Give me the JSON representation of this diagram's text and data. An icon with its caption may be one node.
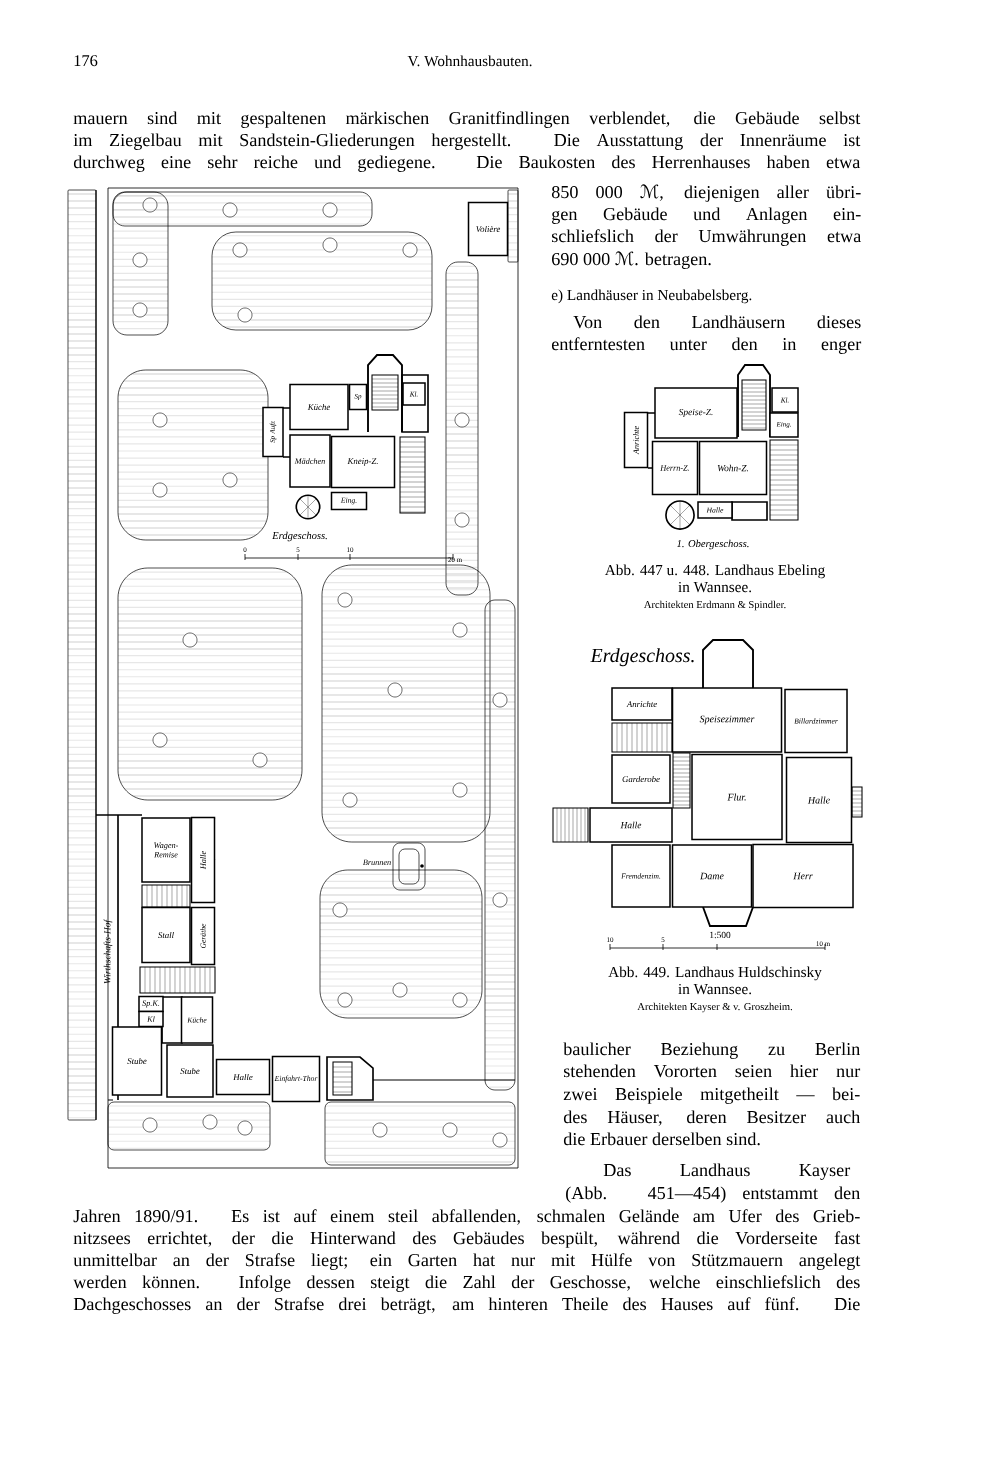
{
  "diagram": {
    "title": "V. Wohnhausbauten.",
    "nodes": [
      {
        "text": [
          "Volière"
        ]
      },
      {
        "text": [
          "Küche"
        ]
      },
      {
        "text": [
          "Sp"
        ]
      },
      {
        "text": [
          "Kl."
        ]
      },
      {
        "text": [
          "Sp Aufz"
        ]
      },
      {
        "text": [
          "Mädchen"
        ]
      },
      {
        "text": [
          "Kneip-Z."
        ]
      },
      {
        "text": [
          "Eing."
        ]
      },
      {
        "text": [
          "Speise-Z."
        ]
      },
      {
        "text": [
          "Anrichte"
        ]
      },
      {
        "text": [
          "Kl."
        ]
      },
      {
        "text": [
          "Eing."
        ]
      },
      {
        "text": [
          "Herrn-Z."
        ]
      },
      {
        "text": [
          "Wohn-Z."
        ]
      },
      {
        "text": [
          "Halle"
        ]
      },
      {
        "text": [
          "Anrichte"
        ]
      },
      {
        "text": [
          "Speisezimmer"
        ]
      },
      {
        "text": [
          "Billardzimmer"
        ]
      },
      {
        "text": [
          "Garderobe"
        ]
      },
      {
        "text": [
          "Flur."
        ]
      },
      {
        "text": [
          "Halle"
        ]
      },
      {
        "text": [
          "Halle"
        ]
      },
      {
        "text": [
          "Fremdenzim."
        ]
      },
      {
        "text": [
          "Dame"
        ]
      },
      {
        "text": [
          "Herr"
        ]
      },
      {
        "text": [
          "Wagen-Remise"
        ]
      },
      {
        "text": [
          "Halle"
        ]
      },
      {
        "text": [
          "Stall"
        ]
      },
      {
        "text": [
          "Geräthe"
        ]
      },
      {
        "text": [
          "Sp.K."
        ]
      },
      {
        "text": [
          "Kl"
        ]
      },
      {
        "text": [
          "Küche"
        ]
      },
      {
        "text": [
          "Stube"
        ]
      },
      {
        "text": [
          "Stube"
        ]
      },
      {
        "text": [
          "Halle"
        ]
      },
      {
        "text": [
          "Einfahrt-Thor"
        ]
      }
    ],
    "labels": [
      "176",
      "mauern sind mit gespaltenen märkischen Granitfindlingen verblendet, die Gebäude selbst",
      "im Ziegelbau mit Sandstein-Gliederungen hergestellt. Die Ausstattung der Innenräume ist",
      "durchweg eine sehr reiche und gediegene. Die Baukosten des Herrenhauses haben etwa",
      "850 000 ℳ, diejenigen aller übri-",
      "gen Gebäude und Anlagen ein-",
      "schliefslich der Umwährungen etwa",
      "690 000 ℳ. betragen.",
      "e) Landhäuser in Neubabelsberg.",
      "Von den Landhäusern dieses",
      "entferntesten unter den in enger",
      "1. Obergeschoss.",
      "Abb. 447 u. 448. Landhaus Ebeling",
      "in Wannsee.",
      "Architekten Erdmann & Spindler.",
      "Erdgeschoss.",
      "10",
      "5",
      "1:500",
      "10 m",
      "Abb. 449. Landhaus Huldschinsky",
      "in Wannsee.",
      "Architekten Kayser & v. Groszheim.",
      "Erdgeschoss.",
      "0",
      "5",
      "10",
      "20 m",
      "Wirthschafts-Hof",
      "Brunnen",
      "baulicher Beziehung zu Berlin",
      "stehenden Vororten seien hier nur",
      "zwei Beispiele mitgetheilt — bei-",
      "des Häuser, deren Besitzer auch",
      "die Erbauer derselben sind.",
      "Das Landhaus Kayser",
      "(Abb. 451—454) entstammt den",
      "Jahren 1890/91. Es ist auf einem steil abfallenden, schmalen Gelände am Ufer des Grieb-",
      "nitzsees errichtet, der die Hinterwand des Gebäudes bespült, während die Vorderseite fast",
      "unmittelbar an der Strafse liegt; ein Garten hat nur mit Hülfe von Stützmauern angelegt",
      "werden können. Infolge dessen steigt die Zahl der Geschosse, welche einschliefslich des",
      "Dachgeschosses an der Strafse drei beträgt, am hinteren Theile des Hauses auf fünf. Die"
    ]
  }
}
